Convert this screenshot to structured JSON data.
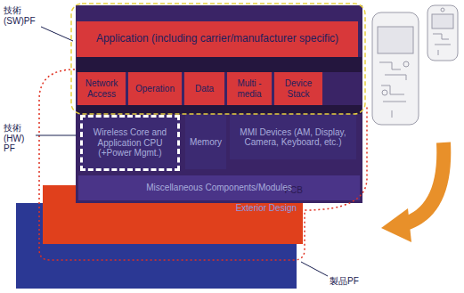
{
  "diagram": {
    "nodes": [
      {
        "text": [
          "Exterior Design"
        ]
      },
      {
        "text": [
          "PCB"
        ]
      },
      {
        "text": [
          "Application (including carrier/manufacturer specific)"
        ]
      },
      {
        "text": [
          "Network Access"
        ]
      },
      {
        "text": [
          "Operation"
        ]
      },
      {
        "text": [
          "Data"
        ]
      },
      {
        "text": [
          "Multi -media"
        ]
      },
      {
        "text": [
          "Device Stack"
        ]
      },
      {
        "text": [
          "Wireless Core and Application CPU (+Power Mgmt.)"
        ]
      },
      {
        "text": [
          "Memory"
        ]
      },
      {
        "text": [
          "MMI Devices (AM, Display, Camera, Keyboard, etc.)"
        ]
      },
      {
        "text": [
          "Miscellaneous Components/Modules"
        ]
      }
    ],
    "labels": [
      "技術 (SW)PF",
      "技術 (HW) PF",
      "製品PF"
    ]
  }
}
